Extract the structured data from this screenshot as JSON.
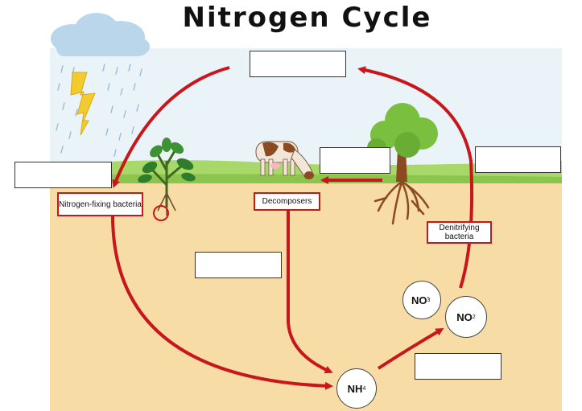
{
  "title": "Nitrogen Cycle",
  "labels": {
    "nitrogen_fixing": "Nitrogen-fixing bacteria",
    "decomposers": "Decomposers",
    "denitrifying": "Denitrifying bacteria"
  },
  "compounds": {
    "nh4": {
      "base": "NH",
      "sub": "4"
    },
    "no3": {
      "base": "NO",
      "sub": "3",
      "sup": "-"
    },
    "no2": {
      "base": "NO",
      "sub": "2"
    }
  },
  "colors": {
    "arrow": "#c8161d",
    "soil": "#f7dca5",
    "grass": "#a9d86a",
    "sky": "#e3f1f8",
    "cloud": "#b9d6eb",
    "lightning": "#f2cc2e"
  },
  "icons": [
    "rain-cloud-icon",
    "lightning-icon",
    "plant-icon",
    "cow-icon",
    "tree-icon"
  ]
}
